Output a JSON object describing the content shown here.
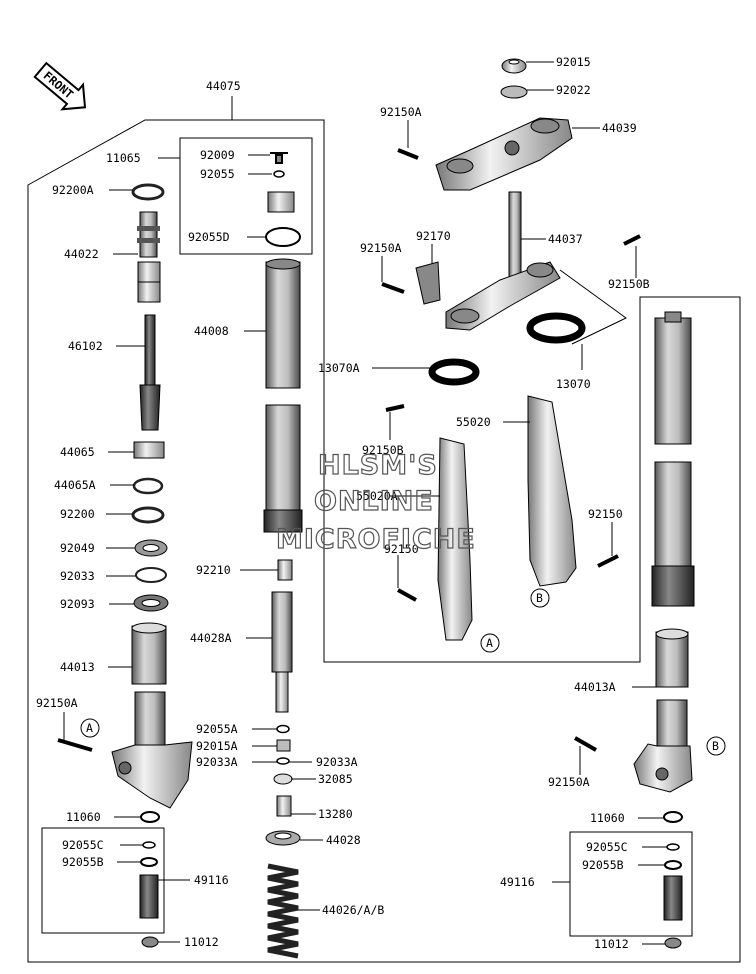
{
  "front_badge": "FRONT",
  "watermark": {
    "line1": "HLSM'S",
    "line2": "ONLINE",
    "line3": "MICROFICHE"
  },
  "callouts": {
    "A": "A",
    "B": "B"
  },
  "parts": {
    "p44075": "44075",
    "p11065": "11065",
    "p92009": "92009",
    "p92055": "92055",
    "p92200A": "92200A",
    "p92055D": "92055D",
    "p44022": "44022",
    "p44008": "44008",
    "p46102": "46102",
    "p44065": "44065",
    "p44065A": "44065A",
    "p92200": "92200",
    "p92049": "92049",
    "p92033": "92033",
    "p92093": "92093",
    "p92210": "92210",
    "p44028A": "44028A",
    "p44013": "44013",
    "p92150A_left": "92150A",
    "p92055A": "92055A",
    "p92015A": "92015A",
    "p92033A_left": "92033A",
    "p92033A_right": "92033A",
    "p32085": "32085",
    "p11060_left": "11060",
    "p13280": "13280",
    "p92055C_left": "92055C",
    "p44028": "44028",
    "p92055B_left": "92055B",
    "p49116_left": "49116",
    "p44026": "44026/A/B",
    "p11012_left": "11012",
    "p92015": "92015",
    "p92022": "92022",
    "p92150A_top": "92150A",
    "p44039": "44039",
    "p92170": "92170",
    "p44037": "44037",
    "p92150A_mid": "92150A",
    "p92150B_top": "92150B",
    "p13070A": "13070A",
    "p13070": "13070",
    "p92150B_mid": "92150B",
    "p55020": "55020",
    "p55020A": "55020A",
    "p92150_right": "92150",
    "p92150_mid": "92150",
    "p44013A": "44013A",
    "p92150A_right": "92150A",
    "p11060_right": "11060",
    "p92055C_right": "92055C",
    "p92055B_right": "92055B",
    "p49116_right": "49116",
    "p11012_right": "11012"
  }
}
